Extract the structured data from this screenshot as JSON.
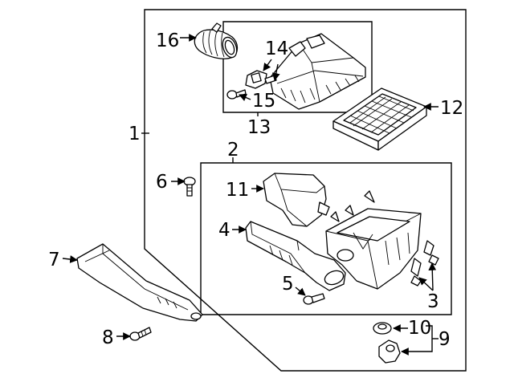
{
  "callouts": {
    "c1": "1",
    "c2": "2",
    "c3": "3",
    "c4": "4",
    "c5": "5",
    "c6": "6",
    "c7": "7",
    "c8": "8",
    "c9": "9",
    "c10": "10",
    "c11": "11",
    "c12": "12",
    "c13": "13",
    "c14": "14",
    "c15": "15",
    "c16": "16"
  },
  "icons": {
    "arrow": "arrowhead-icon",
    "bolt": "bolt-icon",
    "clip": "clip-icon"
  },
  "colors": {
    "line": "#000000",
    "background": "#ffffff"
  }
}
